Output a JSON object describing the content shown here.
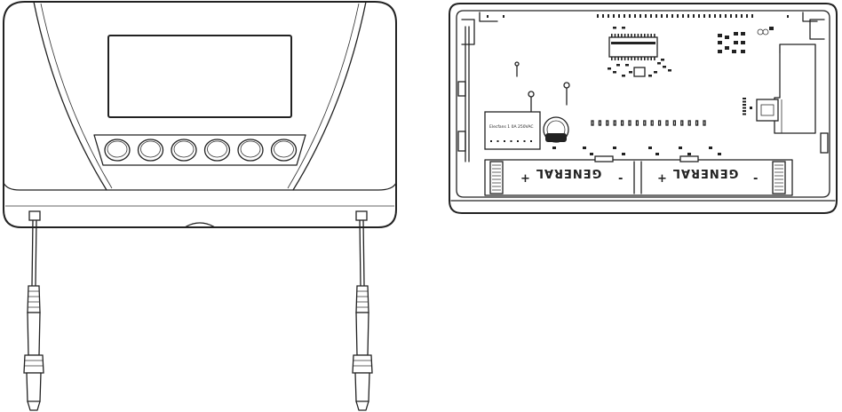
{
  "battery_pack": {
    "battery_left": {
      "brand": "GENERAL",
      "plus": "+",
      "minus": "-"
    },
    "battery_right": {
      "brand": "GENERAL",
      "plus": "+",
      "minus": "-"
    }
  },
  "labels": {
    "relay_text": "Elecfans 1 0A 250VAC"
  },
  "colors": {
    "line": "#222222",
    "background": "#ffffff"
  },
  "front_view": {
    "button_count": 6
  }
}
